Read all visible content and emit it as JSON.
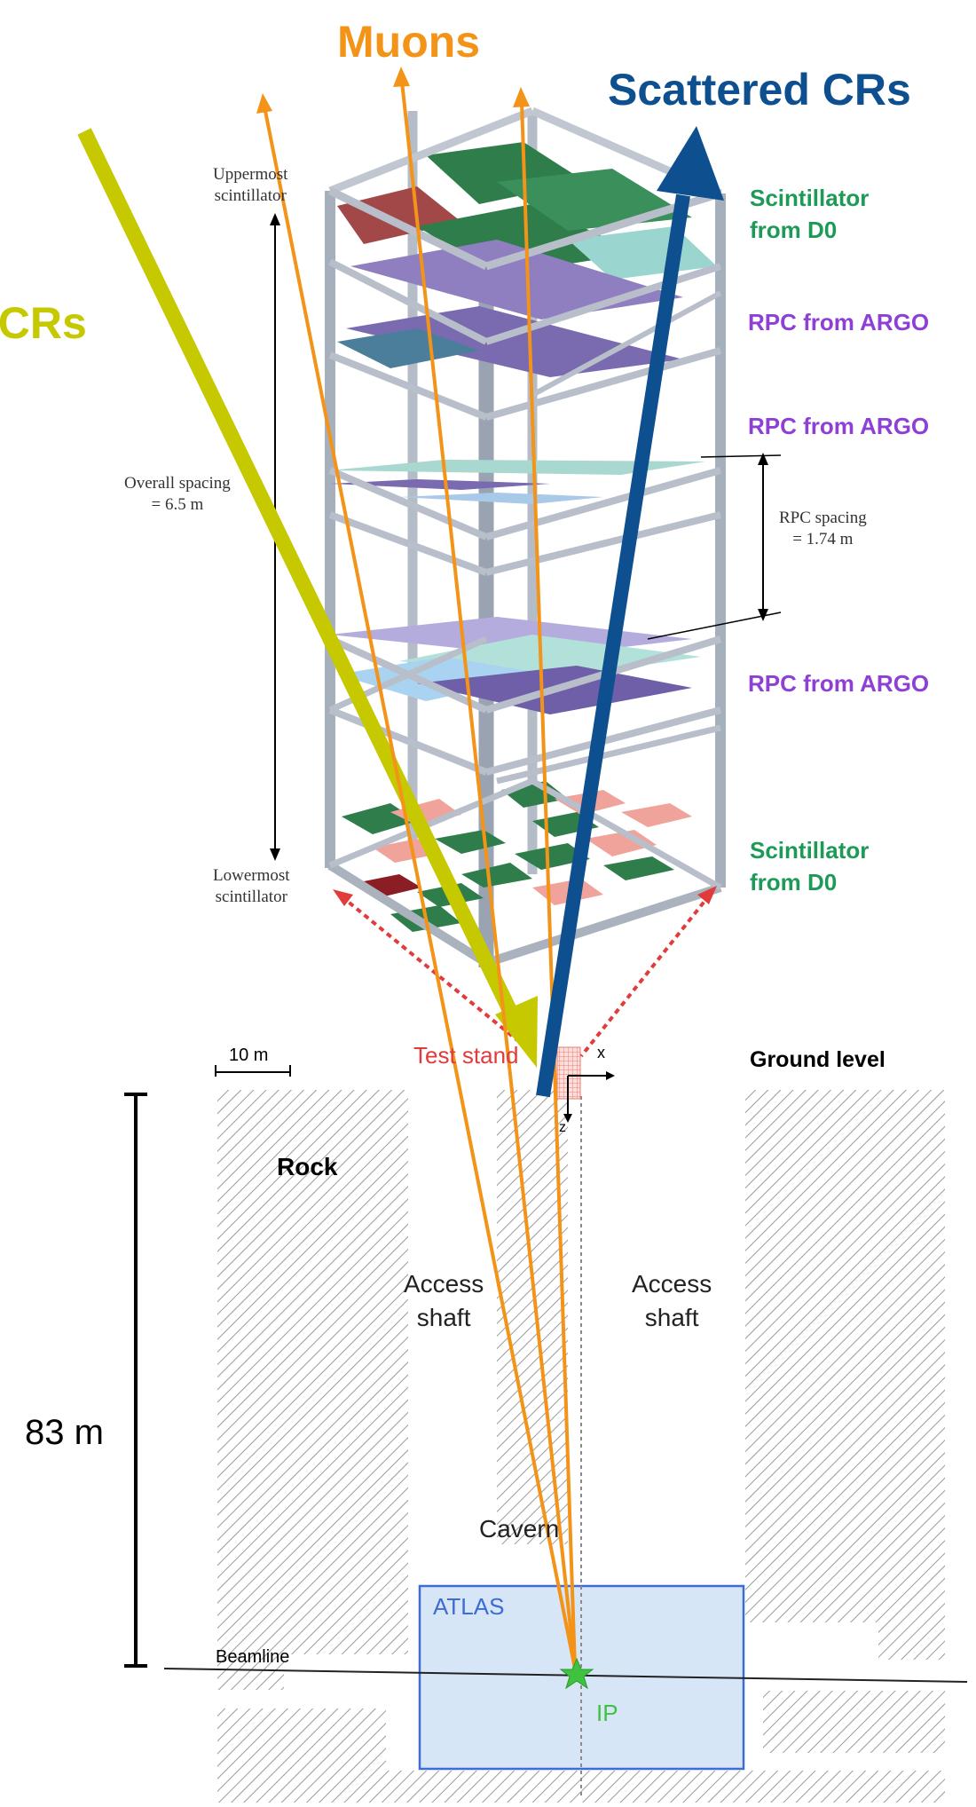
{
  "labels": {
    "muons": "Muons",
    "scattered_crs": "Scattered CRs",
    "left_crs": "l CRs",
    "scintillator_top": "Scintillator\nfrom D0",
    "scintillator_bottom": "Scintillator\nfrom D0",
    "rpc_1": "RPC from ARGO",
    "rpc_2": "RPC from ARGO",
    "rpc_3": "RPC from ARGO",
    "uppermost": "Uppermost\nscintillator",
    "lowermost": "Lowermost\nscintillator",
    "overall_spacing": "Overall spacing\n= 6.5 m",
    "rpc_spacing": "RPC spacing\n= 1.74 m",
    "ground_level": "Ground level",
    "test_stand": "Test stand",
    "scale": "10 m",
    "axis_x": "x",
    "axis_z": "z",
    "rock": "Rock",
    "access_shaft_left": "Access\nshaft",
    "access_shaft_right": "Access\nshaft",
    "cavern": "Cavern",
    "atlas": "ATLAS",
    "ip": "IP",
    "beamline": "Beamline",
    "depth": "83 m"
  },
  "colors": {
    "muons": "#f39317",
    "scattered_crs": "#0e4f8f",
    "incoming_crs": "#c6c800",
    "scintillator_label": "#1e9a57",
    "rpc_label": "#8e3fd6",
    "test_stand": "#e23b3b",
    "atlas_box": "#d6e6f6",
    "atlas_border": "#3e6bd4",
    "ip_star": "#3fc23f"
  }
}
